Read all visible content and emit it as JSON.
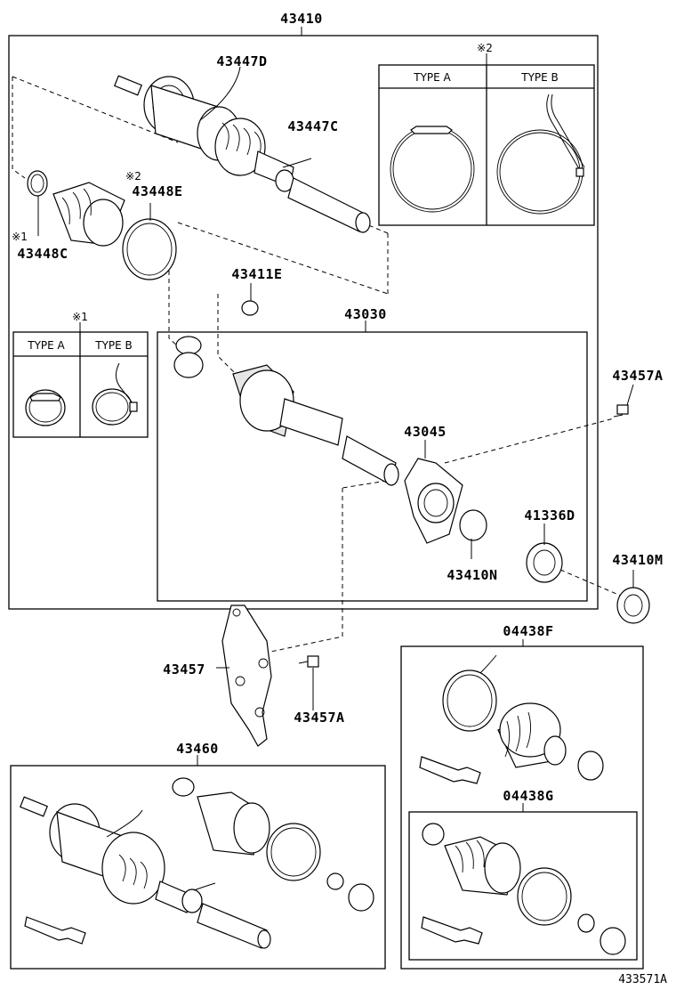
{
  "diagram": {
    "reference_id": "433571A",
    "parts": {
      "p43410": "43410",
      "p43447D": "43447D",
      "p43447C": "43447C",
      "p43448E": "43448E",
      "p43448C": "43448C",
      "p43411E": "43411E",
      "p43030": "43030",
      "p43045": "43045",
      "p43410N": "43410N",
      "p41336D": "41336D",
      "p43410M": "43410M",
      "p43457A_top": "43457A",
      "p43457": "43457",
      "p43457A_bottom": "43457A",
      "p43460": "43460",
      "p04438F": "04438F",
      "p04438G": "04438G"
    },
    "markers": {
      "note1_top": "※1",
      "note1_side": "※1",
      "note2_top": "※2",
      "note2_side": "※2"
    },
    "type_box_1": {
      "type_a": "TYPE A",
      "type_b": "TYPE B"
    },
    "type_box_2": {
      "type_a": "TYPE A",
      "type_b": "TYPE B"
    }
  }
}
